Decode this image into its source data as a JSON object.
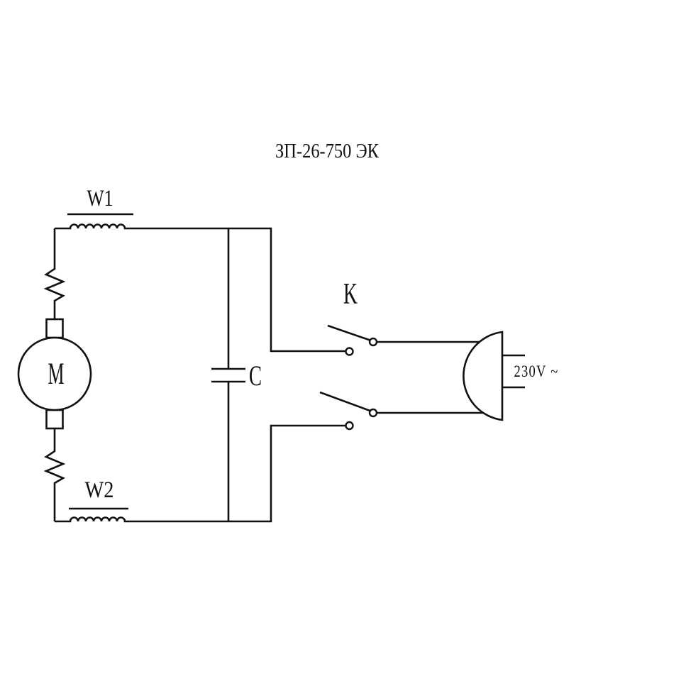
{
  "title": "ЗП-26-750 ЭК",
  "labels": {
    "winding_top": "W1",
    "winding_bottom": "W2",
    "motor": "M",
    "capacitor": "C",
    "switch": "K",
    "supply_voltage": "230V ~"
  },
  "colors": {
    "line": "#111111",
    "background": "#ffffff"
  }
}
